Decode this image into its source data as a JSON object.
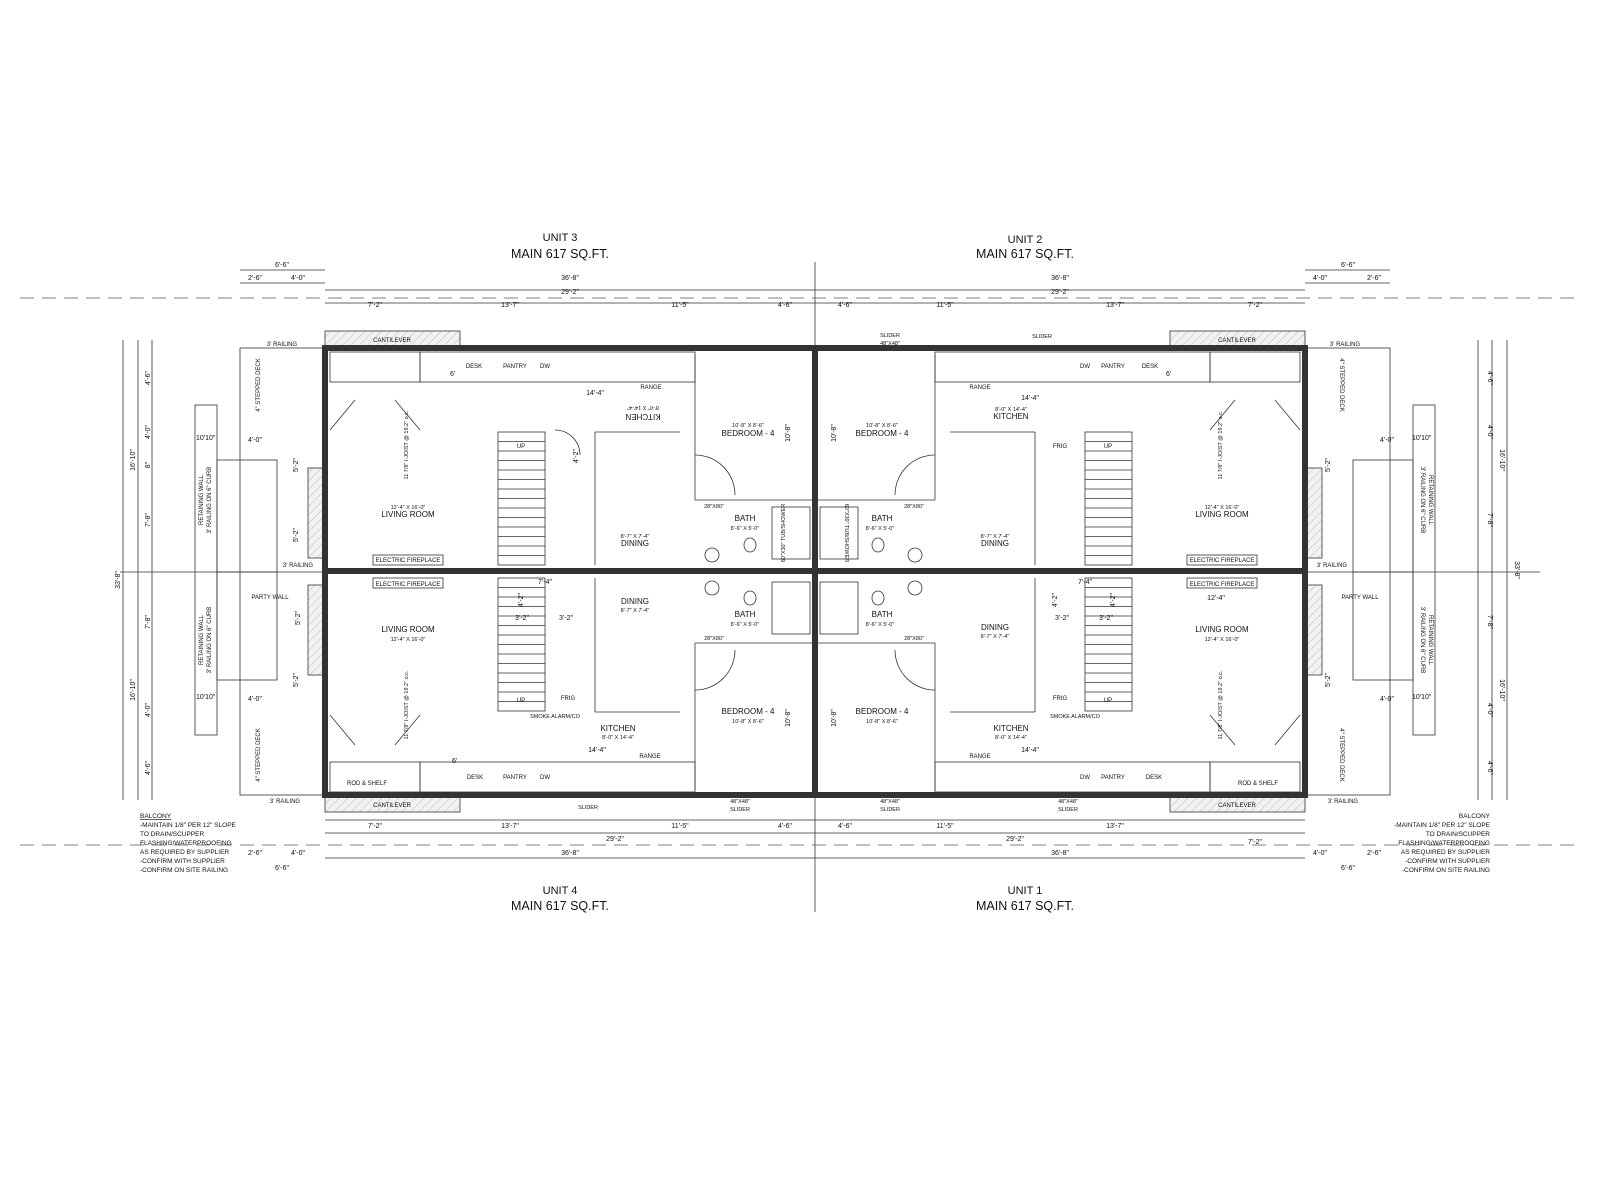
{
  "units": {
    "unit3": {
      "name": "UNIT 3",
      "area": "MAIN 617 SQ.FT."
    },
    "unit2": {
      "name": "UNIT 2",
      "area": "MAIN 617 SQ.FT."
    },
    "unit4": {
      "name": "UNIT 4",
      "area": "MAIN 617 SQ.FT."
    },
    "unit1": {
      "name": "UNIT 1",
      "area": "MAIN 617 SQ.FT."
    }
  },
  "rooms": {
    "living": "LIVING ROOM",
    "living_size": "12'-4\" X 16'-0\"",
    "dining": "DINING",
    "dining_size": "8'-7\" X 7'-4\"",
    "kitchen": "KITCHEN",
    "kitchen_size": "8'-0\" X 14'-4\"",
    "bedroom": "BEDROOM - 4",
    "bedroom_size": "10'-8\" X 8'-6\"",
    "bath": "BATH",
    "bath_size": "8'-6\" X 5'-0\""
  },
  "labels": {
    "cantilever": "CANTILEVER",
    "fireplace": "ELECTRIC FIREPLACE",
    "party_wall": "PARTY WALL",
    "retaining": "RETAINING WALL",
    "railing_curb": "3' RAILING ON 6\" CURB",
    "railing": "3' RAILING",
    "slider": "SLIDER",
    "slider_size": "48\"X48\"",
    "frig": "FRIG",
    "range": "RANGE",
    "dw": "DW",
    "pantry": "PANTRY",
    "desk": "DESK",
    "rod_shelf": "ROD & SHELF",
    "joist": "11 7/8\" I-JOIST @ 19.2\" o.c.",
    "stepped_deck": "4\" STEPPED DECK",
    "smoke": "SMOKE ALARM/CO",
    "tub": "60\"X30\" TUB/SHOWER",
    "door": "28\"X80\"",
    "up": "UP"
  },
  "dimensions": {
    "overall": "36'-8\"",
    "inner": "29'-2\"",
    "d1": "7'-2\"",
    "d2": "13'-7\"",
    "d3": "11'-5\"",
    "d4": "4'-6\"",
    "deck": "6'-6\"",
    "deck_a": "2'-6\"",
    "deck_b": "4'-0\"",
    "depth": "33'-8\"",
    "half": "16'-10\"",
    "s1": "4'-6\"",
    "s2": "4'-0\"",
    "s3": "8\"",
    "s4": "7'-8\"",
    "kitchen_len": "14'-4\"",
    "stair": "7'-4\"",
    "bed": "10'-8\"",
    "six": "6'",
    "fp": "12'-4\"",
    "s52": "5'-2\"",
    "s32": "3'-2\"",
    "s42": "4'-2\"",
    "s1010": "10'10\""
  },
  "balcony_note": {
    "title": "BALCONY",
    "lines": [
      "-MAINTAIN 1/8\" PER 12\" SLOPE",
      "TO DRAIN/SCUPPER",
      "FLASHING/WATERPROOFING",
      "AS REQUIRED BY SUPPLIER",
      "-CONFIRM WITH SUPPLIER",
      "-CONFIRM ON SITE RAILING"
    ]
  }
}
